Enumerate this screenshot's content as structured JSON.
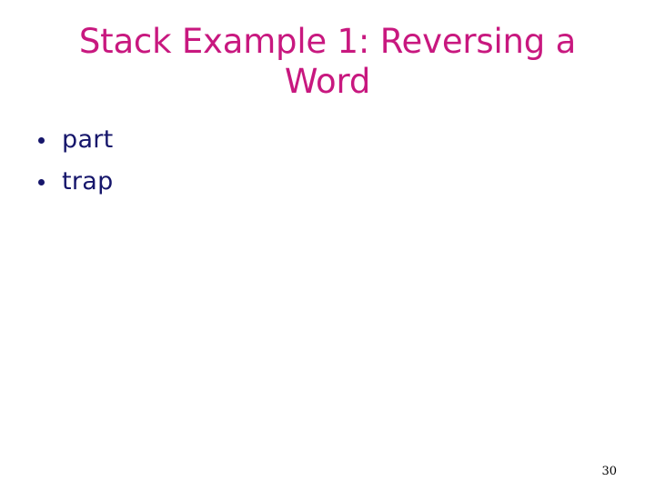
{
  "slide": {
    "title": "Stack Example 1: Reversing a Word",
    "background_color": "#FFFFFF",
    "title_color": "#C8187F",
    "body_color": "#16166B",
    "page_number_color": "#000000",
    "bullets": [
      {
        "text": "part"
      },
      {
        "text": "trap"
      }
    ],
    "page_number": "30"
  }
}
